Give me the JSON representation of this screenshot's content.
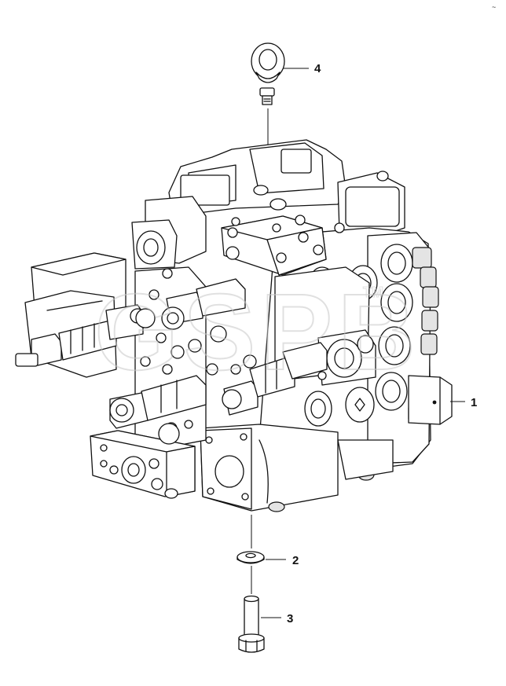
{
  "callouts": [
    {
      "id": "1",
      "label": "1"
    },
    {
      "id": "2",
      "label": "2"
    },
    {
      "id": "3",
      "label": "3"
    },
    {
      "id": "4",
      "label": "4"
    }
  ],
  "corner_mark": "~",
  "watermark": {
    "text": "GSPB",
    "superscript": "TM"
  }
}
